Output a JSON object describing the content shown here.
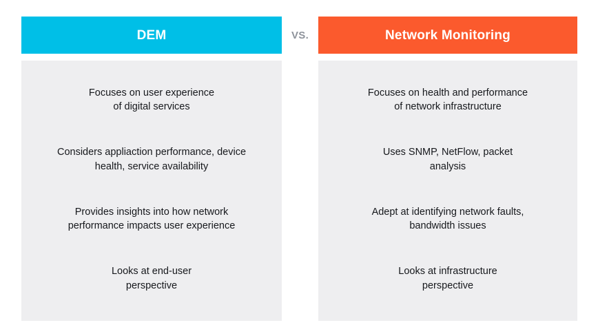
{
  "comparison": {
    "divider_label": "VS.",
    "divider_color": "#8e939b",
    "background_color": "#ffffff",
    "body_panel_color": "#eeeef0",
    "body_text_color": "#16181c",
    "columns": [
      {
        "id": "dem",
        "title": "DEM",
        "header_color": "#00bfe7",
        "header_text_color": "#ffffff",
        "points": [
          "Focuses on user experience\nof digital services",
          "Considers appliaction performance, device\nhealth, service availability",
          "Provides insights into how network\nperformance impacts user experience",
          "Looks at end-user\nperspective"
        ]
      },
      {
        "id": "network-monitoring",
        "title": "Network Monitoring",
        "header_color": "#fb5a2d",
        "header_text_color": "#ffffff",
        "points": [
          "Focuses on health and performance\nof network infrastructure",
          "Uses SNMP, NetFlow, packet\nanalysis",
          "Adept at identifying network faults,\nbandwidth issues",
          "Looks at infrastructure\nperspective"
        ]
      }
    ]
  }
}
